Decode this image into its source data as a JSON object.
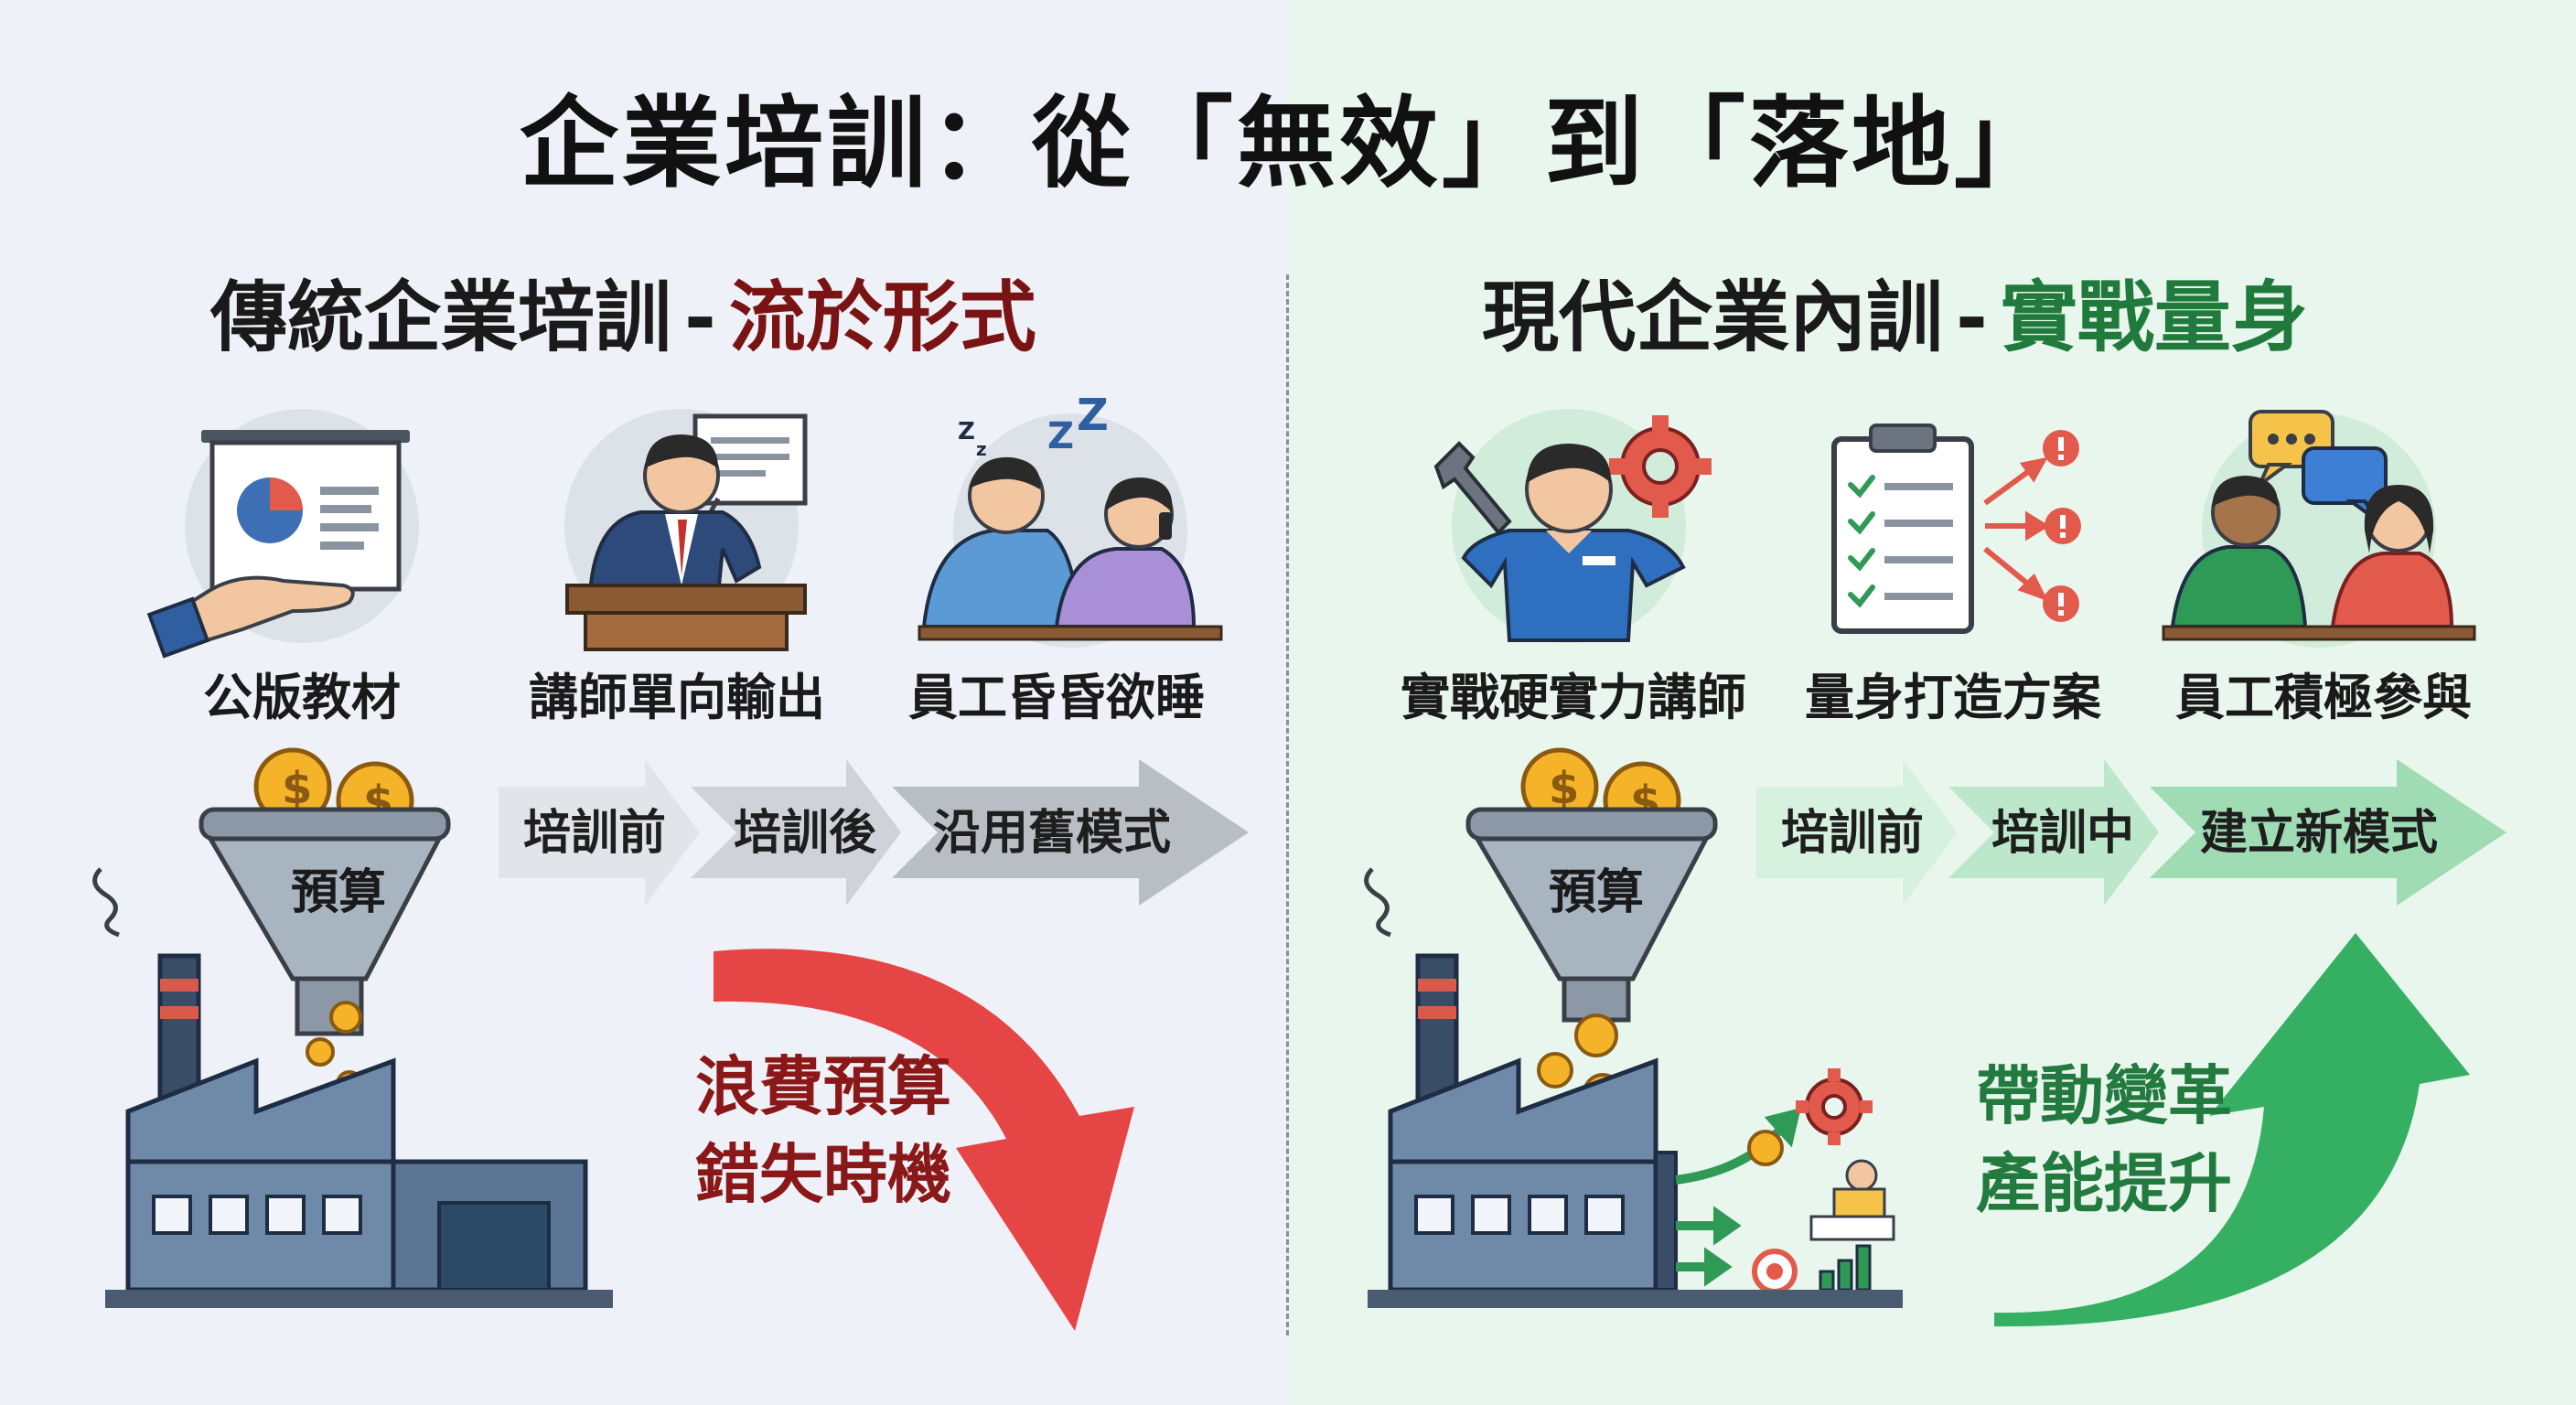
{
  "title": "企業培訓：從「無效」到「落地」",
  "left": {
    "heading_prefix": "傳統企業培訓",
    "heading_sep": "-",
    "heading_highlight": "流於形式",
    "cards": [
      {
        "label": "公版教材",
        "icon": "presentation-board-icon"
      },
      {
        "label": "講師單向輸出",
        "icon": "lecturer-icon"
      },
      {
        "label": "員工昏昏欲睡",
        "icon": "sleepy-employees-icon"
      }
    ],
    "funnel_label": "預算",
    "stages": [
      "培訓前",
      "培訓後",
      "沿用舊模式"
    ],
    "outcome": [
      "浪費預算",
      "錯失時機"
    ],
    "colors": {
      "accent": "#7a1414",
      "arrow": "#e64545",
      "stage": "#c2c6cc"
    }
  },
  "right": {
    "heading_prefix": "現代企業內訓",
    "heading_sep": "-",
    "heading_highlight": "實戰量身",
    "cards": [
      {
        "label": "實戰硬實力講師",
        "icon": "expert-trainer-icon"
      },
      {
        "label": "量身打造方案",
        "icon": "checklist-plan-icon"
      },
      {
        "label": "員工積極參與",
        "icon": "discussion-icon"
      }
    ],
    "funnel_label": "預算",
    "stages": [
      "培訓前",
      "培訓中",
      "建立新模式"
    ],
    "outcome": [
      "帶動變革",
      "產能提升"
    ],
    "colors": {
      "accent": "#1f7a3c",
      "arrow": "#34b062",
      "stage": "#bfe8cd"
    }
  }
}
